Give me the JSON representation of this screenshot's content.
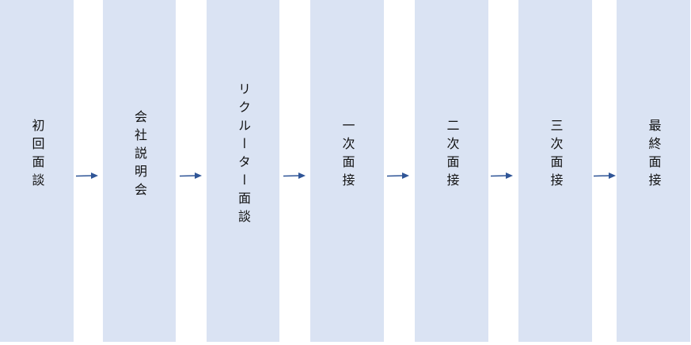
{
  "steps": [
    "初回面談",
    "会社説明会",
    "リクルーター面談",
    "一次面接",
    "二次面接",
    "三次面接",
    "最終面接"
  ],
  "colors": {
    "box": "#dae3f3",
    "arrow": "#2f5597"
  }
}
